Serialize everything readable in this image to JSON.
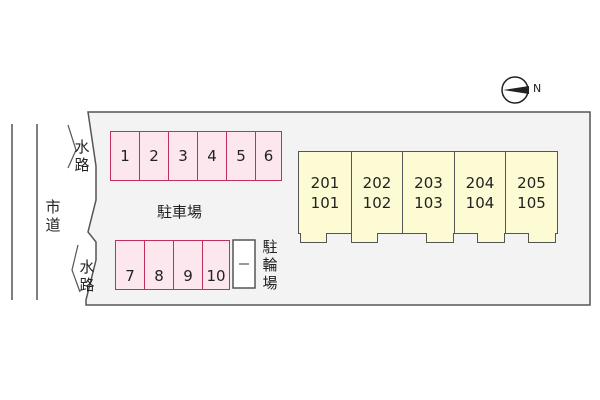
{
  "road": {
    "label_chars": [
      "市",
      "道"
    ]
  },
  "waterways": [
    {
      "chars": [
        "水",
        "路"
      ]
    },
    {
      "chars": [
        "水",
        "路"
      ]
    }
  ],
  "parking": {
    "label": "駐車場",
    "top_row": [
      "1",
      "2",
      "3",
      "4",
      "5",
      "6"
    ],
    "bottom_row": [
      "7",
      "8",
      "9",
      "10"
    ]
  },
  "bicycle_parking": {
    "chars": [
      "駐",
      "輪",
      "場"
    ]
  },
  "building": {
    "units": [
      {
        "upper": "201",
        "lower": "101"
      },
      {
        "upper": "202",
        "lower": "102"
      },
      {
        "upper": "203",
        "lower": "103"
      },
      {
        "upper": "204",
        "lower": "104"
      },
      {
        "upper": "205",
        "lower": "105"
      }
    ]
  },
  "compass": {
    "label": "N"
  },
  "colors": {
    "parking_fill": "#fde7ef",
    "parking_border": "#c0305a",
    "unit_fill": "#fdfbd3",
    "outline": "#555555"
  }
}
